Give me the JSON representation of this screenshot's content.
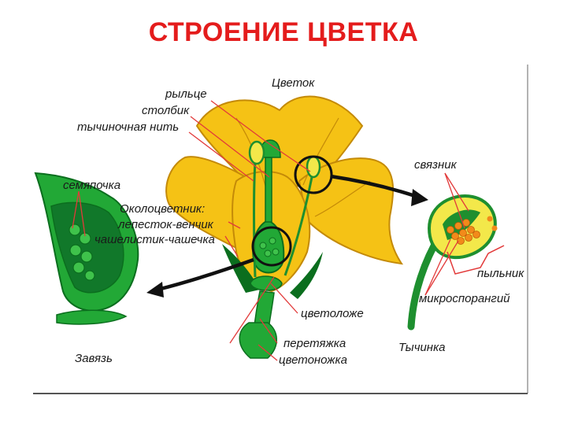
{
  "title": "СТРОЕНИЕ ЦВЕТКА",
  "colors": {
    "title": "#e41c1c",
    "petal": "#f5c215",
    "petal_dark": "#d79c0a",
    "green": "#22a836",
    "green_dark": "#0b6e1e",
    "green_light": "#3fc24b",
    "pointer": "#e23a3a",
    "arrow": "#111111",
    "anther_yellow": "#f3e84a",
    "pollen": "#f28a1a"
  },
  "labels": {
    "flower": "Цветок",
    "stigma": "рыльце",
    "style": "столбик",
    "filament": "тычиночная нить",
    "ovule": "семяпочка",
    "perianth": "Околоцветник:",
    "petal_corolla": "лепесток-венчик",
    "sepal_calyx": "чашелистик-чашечка",
    "receptacle": "цветоложе",
    "constriction": "перетяжка",
    "pedicel": "цветоножка",
    "connective": "связник",
    "anther": "пыльник",
    "microsporangium": "микроспорангий",
    "stamen": "Тычинка",
    "ovary": "Завязь"
  }
}
